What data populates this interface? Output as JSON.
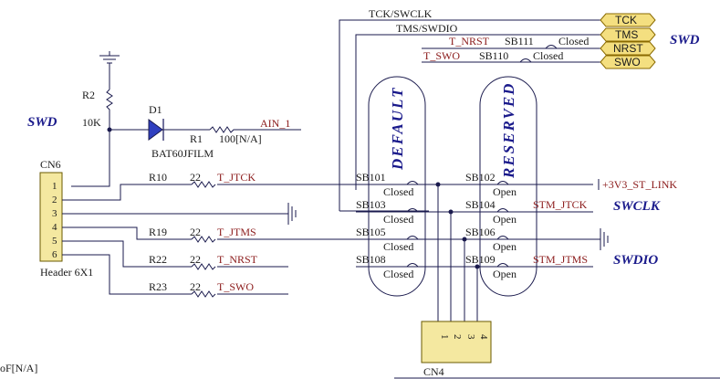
{
  "titles": {
    "swd_left": "SWD",
    "swd_right": "SWD",
    "swclk": "SWCLK",
    "swdio": "SWDIO"
  },
  "bus_labels": {
    "tck_swclk": "TCK/SWCLK",
    "tms_swdio": "TMS/SWDIO"
  },
  "ports": [
    "TCK",
    "TMS",
    "NRST",
    "SWO"
  ],
  "top_nets": [
    {
      "net": "T_NRST",
      "sb": "SB111",
      "state": "Closed"
    },
    {
      "net": "T_SWO",
      "sb": "SB110",
      "state": "Closed"
    }
  ],
  "ovals": {
    "left": "DEFAULT",
    "right": "RESERVED"
  },
  "solder_bridges_left": [
    {
      "name": "SB101",
      "state": "Closed"
    },
    {
      "name": "SB103",
      "state": "Closed"
    },
    {
      "name": "SB105",
      "state": "Closed"
    },
    {
      "name": "SB108",
      "state": "Closed"
    }
  ],
  "solder_bridges_right": [
    {
      "name": "SB102",
      "state": "Open"
    },
    {
      "name": "SB104",
      "state": "Open"
    },
    {
      "name": "SB106",
      "state": "Open"
    },
    {
      "name": "SB109",
      "state": "Open"
    }
  ],
  "right_nets": {
    "v3": "+3V3_ST_LINK",
    "stm_jtck": "STM_JTCK",
    "stm_jtms": "STM_JTMS"
  },
  "components": {
    "r2_name": "R2",
    "r2_value": "10K",
    "d1_name": "D1",
    "d1_part": "BAT60JFILM",
    "r1_name": "R1",
    "r1_value": "100[N/A]",
    "ain": "AIN_1",
    "cn6_name": "CN6",
    "cn6_part": "Header 6X1",
    "cn4_name": "CN4",
    "cn6_pins": [
      "1",
      "2",
      "3",
      "4",
      "5",
      "6"
    ],
    "cn4_pins": [
      "1",
      "2",
      "3",
      "4"
    ]
  },
  "series_resistors": [
    {
      "name": "R10",
      "value": "22",
      "net": "T_JTCK"
    },
    {
      "name": "R19",
      "value": "22",
      "net": "T_JTMS"
    },
    {
      "name": "R22",
      "value": "22",
      "net": "T_NRST"
    },
    {
      "name": "R23",
      "value": "22",
      "net": "T_SWO"
    }
  ],
  "fragment": "oF[N/A]"
}
